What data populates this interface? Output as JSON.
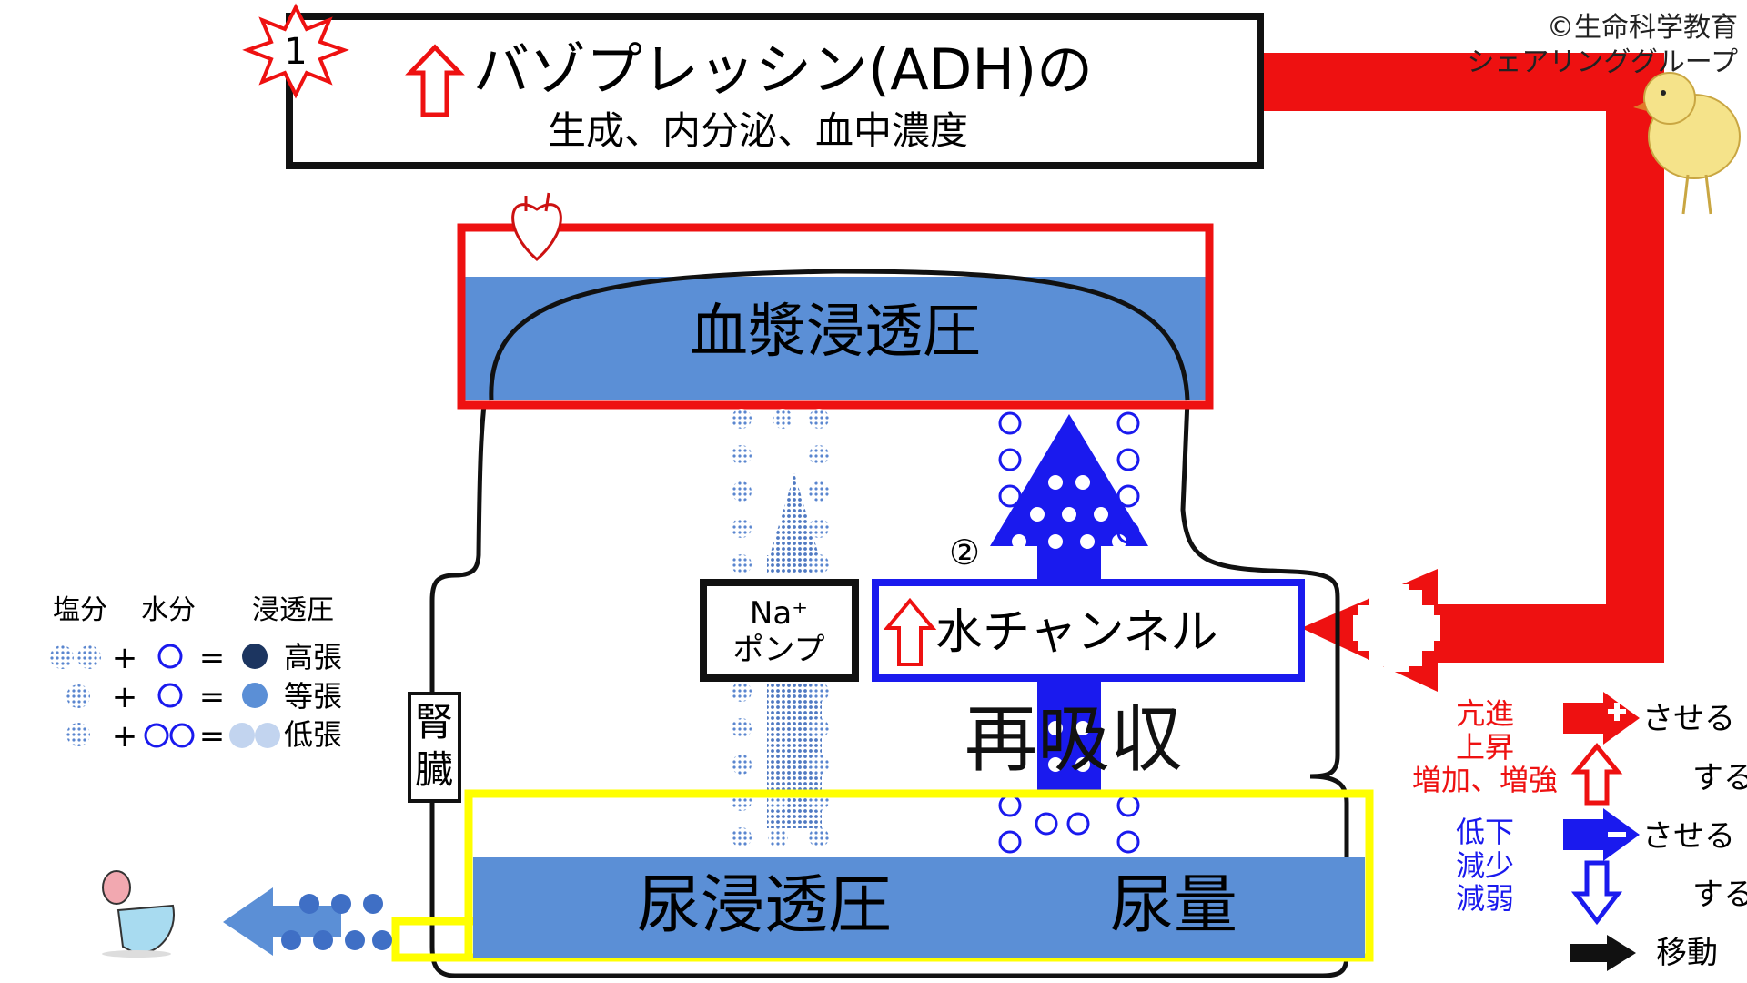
{
  "header": {
    "step": "1",
    "title": "バゾプレッシン(ADH)の",
    "subtitle": "生成、内分泌、血中濃度"
  },
  "copyright": {
    "line1": "©生命科学教育",
    "line2": "シェアリンググループ"
  },
  "blood": {
    "label": "血漿浸透圧"
  },
  "kidney": {
    "label_top": "腎",
    "label_bottom": "臓"
  },
  "pump": {
    "line1": "Na⁺",
    "line2": "ポンプ"
  },
  "channel": {
    "step": "②",
    "label": "水チャンネル"
  },
  "reabsorption": {
    "label": "再吸収"
  },
  "urine": {
    "osmotic": "尿浸透圧",
    "volume": "尿量"
  },
  "tonicity": {
    "headers": [
      "塩分",
      "水分",
      "浸透圧"
    ],
    "rows": [
      {
        "plus": "+",
        "eq": "=",
        "label": "高張"
      },
      {
        "plus": "+",
        "eq": "=",
        "label": "等張"
      },
      {
        "plus": "+",
        "eq": "=",
        "label": "低張"
      }
    ]
  },
  "legend": {
    "promote_words": [
      "亢進",
      "上昇",
      "増加、増強"
    ],
    "reduce_words": [
      "低下",
      "減少",
      "減弱"
    ],
    "make": "させる",
    "do": "する",
    "move": "移動"
  },
  "colors": {
    "red": "#ee1111",
    "blue": "#1a1aee",
    "plasma_blue": "#5b8fd6",
    "yellow": "#ffff00",
    "navy": "#1c3560"
  }
}
